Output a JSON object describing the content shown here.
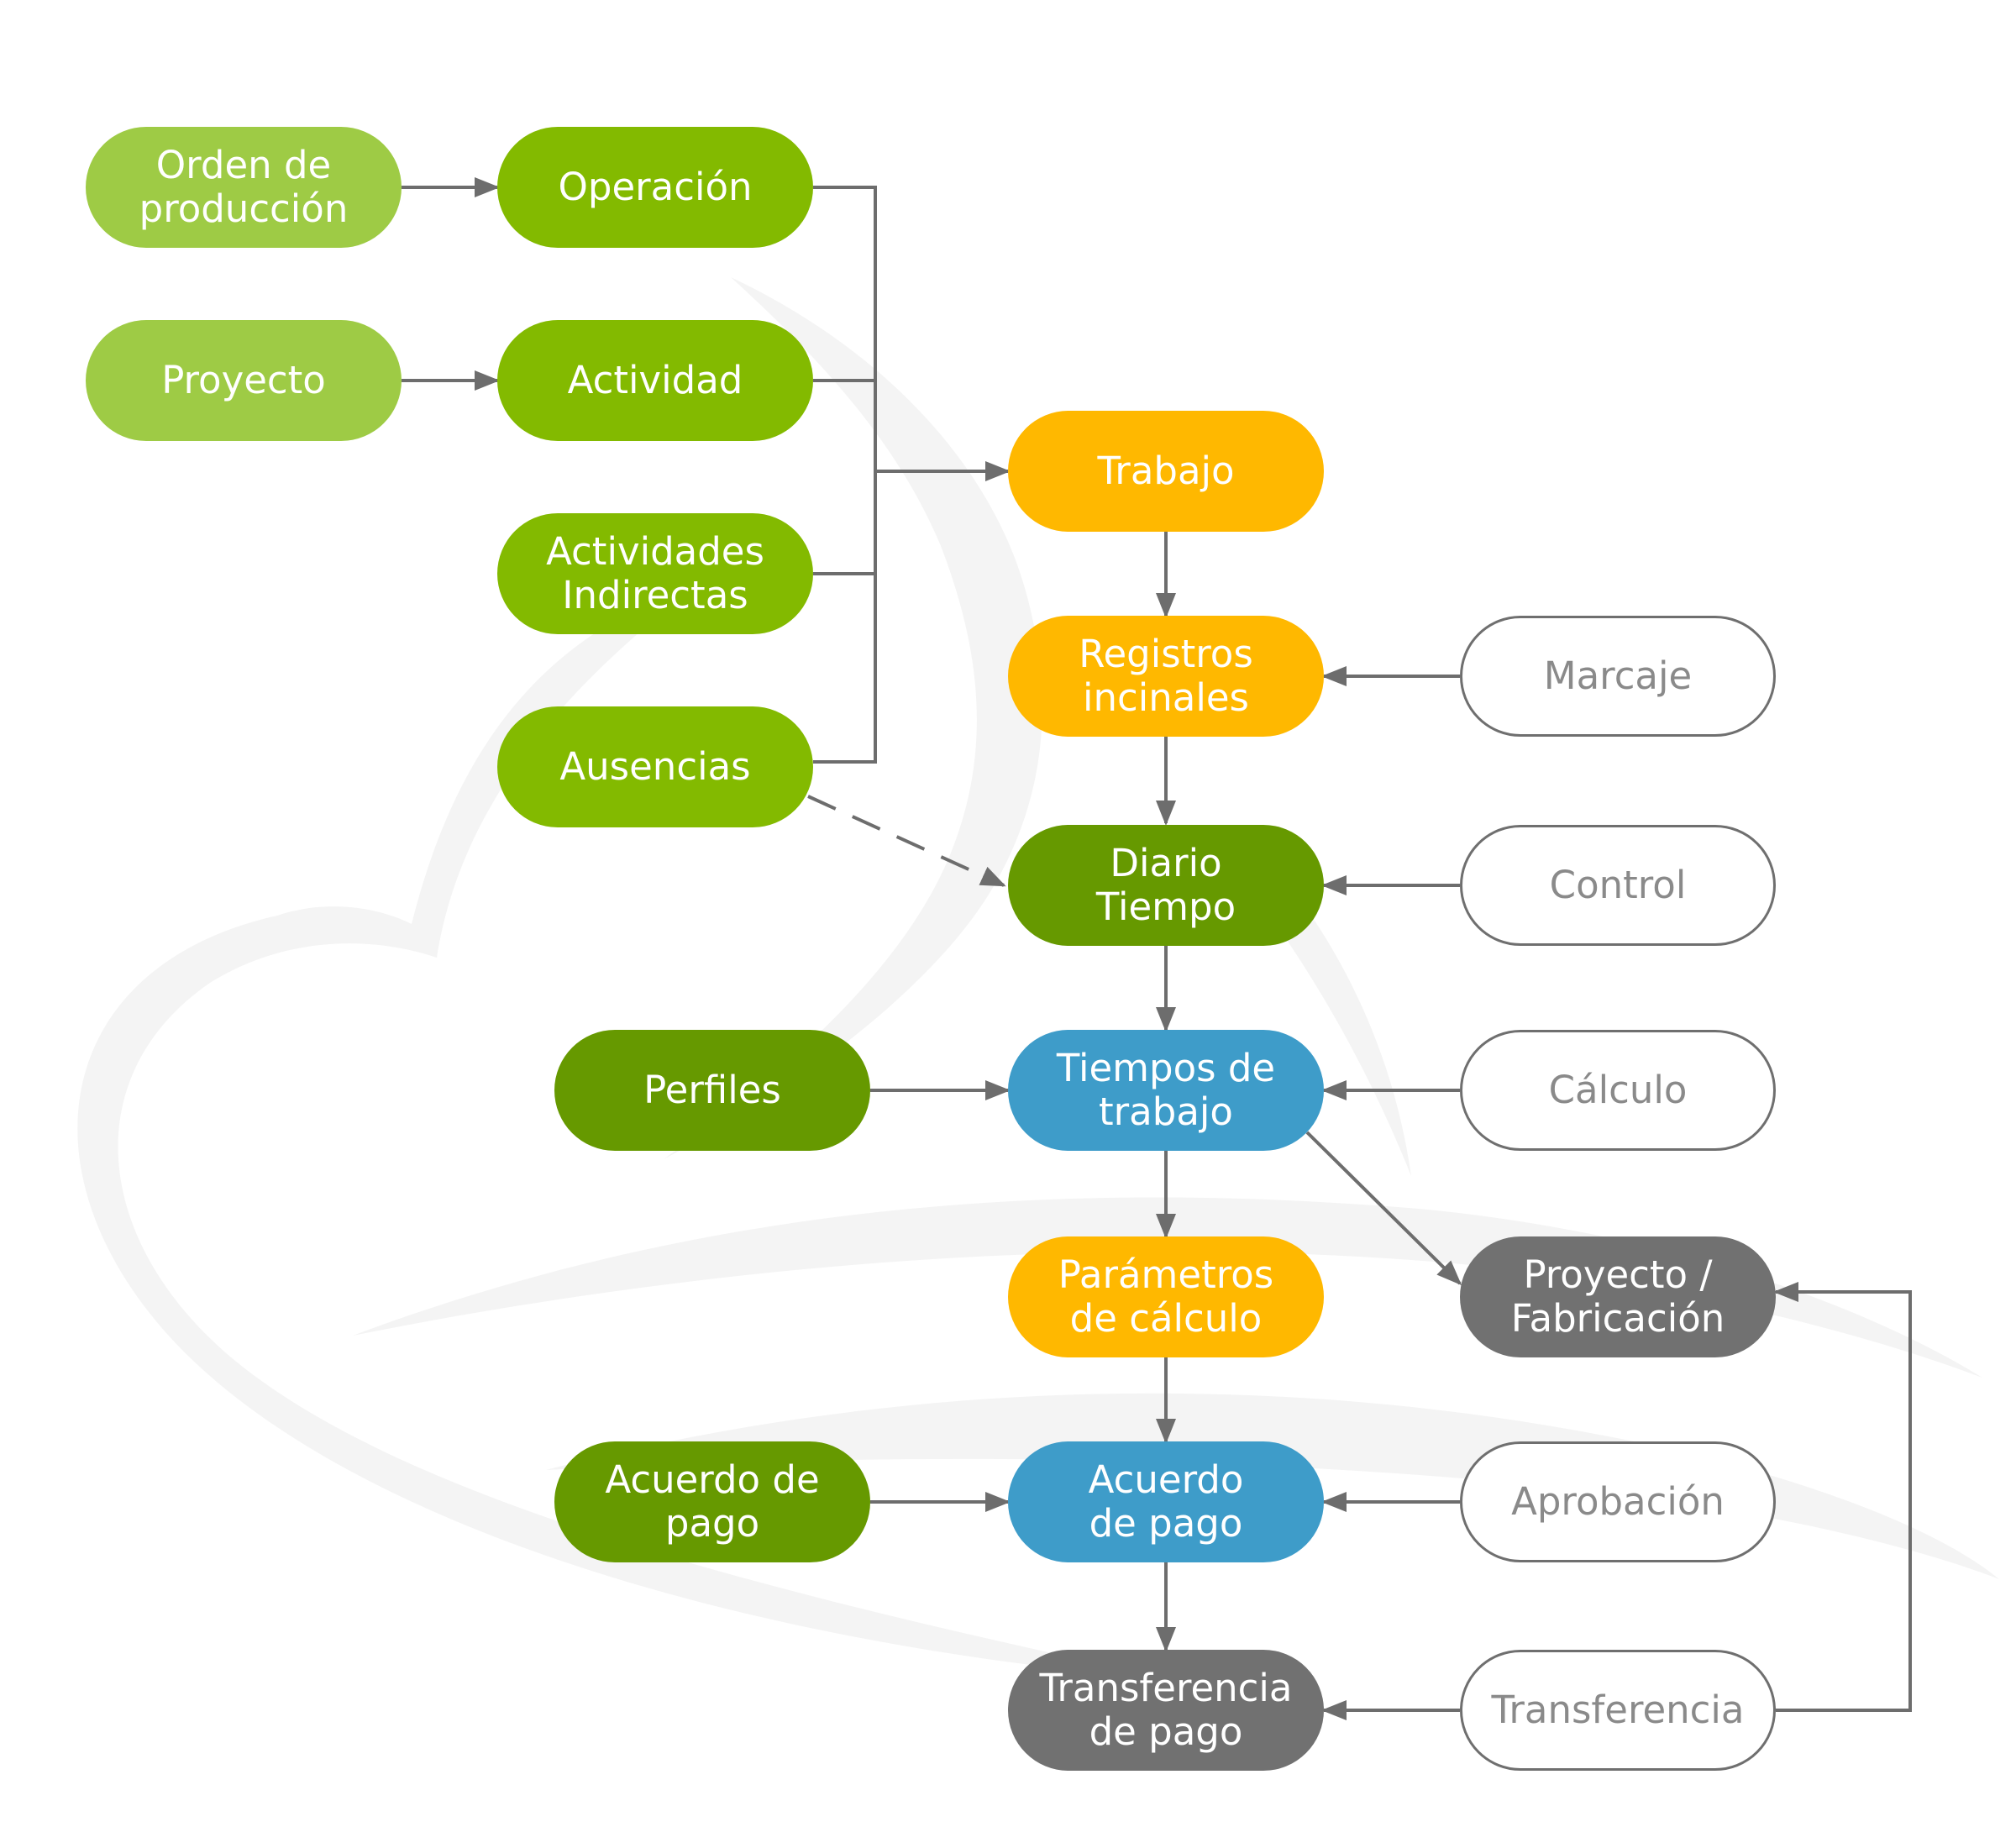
{
  "colors": {
    "light_green": "#9ecb45",
    "green": "#83ba00",
    "dark_green": "#669900",
    "orange": "#ffb800",
    "blue": "#3e9cc9",
    "gray": "#717171",
    "outline_border": "#6f6f6f",
    "outline_text": "#8a8a8a",
    "connector": "#6d6d6d",
    "watermark": "#f3f3f3"
  },
  "nodes": {
    "orden_produccion": "Orden de\nproducción",
    "operacion": "Operación",
    "proyecto": "Proyecto",
    "actividad": "Actividad",
    "actividades_indirectas": "Actividades\nIndirectas",
    "ausencias": "Ausencias",
    "trabajo": "Trabajo",
    "registros_incinales": "Registros\nincinales",
    "marcaje": "Marcaje",
    "diario_tiempo": "Diario\nTiempo",
    "control": "Control",
    "perfiles": "Perfiles",
    "tiempos_trabajo": "Tiempos de\ntrabajo",
    "calculo": "Cálculo",
    "parametros_calculo": "Parámetros\nde cálculo",
    "proyecto_fabricacion": "Proyecto /\nFabricación",
    "acuerdo_pago_left": "Acuerdo de\npago",
    "acuerdo_pago": "Acuerdo\nde pago",
    "aprobacion": "Aprobación",
    "transferencia_pago": "Transferencia\nde pago",
    "transferencia": "Transferencia"
  }
}
